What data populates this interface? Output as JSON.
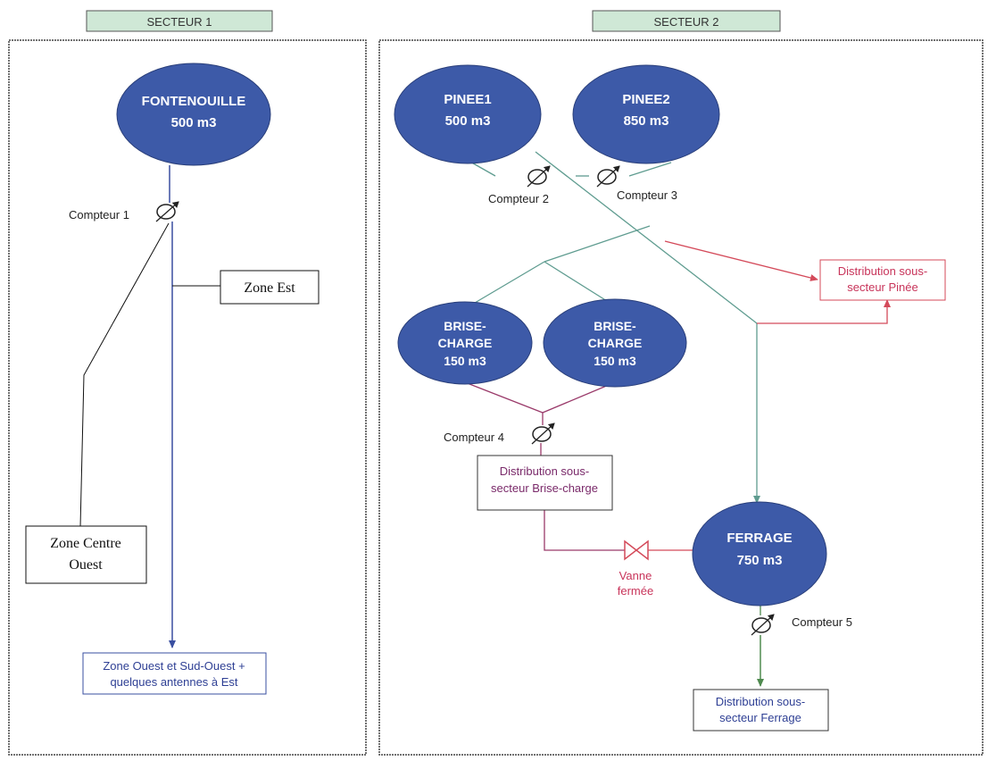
{
  "sectors": [
    {
      "label": "SECTEUR 1"
    },
    {
      "label": "SECTEUR 2"
    }
  ],
  "tanks": {
    "fontenouille": {
      "name": "FONTENOUILLE",
      "capacity": "500 m3"
    },
    "pinee1": {
      "name": "PINEE1",
      "capacity": "500 m3"
    },
    "pinee2": {
      "name": "PINEE2",
      "capacity": "850 m3"
    },
    "brise1": {
      "name1": "BRISE-",
      "name2": "CHARGE",
      "capacity": "150 m3"
    },
    "brise2": {
      "name1": "BRISE-",
      "name2": "CHARGE",
      "capacity": "150 m3"
    },
    "ferrage": {
      "name": "FERRAGE",
      "capacity": "750 m3"
    }
  },
  "meters": {
    "c1": "Compteur 1",
    "c2": "Compteur 2",
    "c3": "Compteur 3",
    "c4": "Compteur 4",
    "c5": "Compteur 5"
  },
  "zones": {
    "est": "Zone Est",
    "centre_ouest_l1": "Zone Centre",
    "centre_ouest_l2": "Ouest",
    "ouest_l1": "Zone Ouest et Sud-Ouest +",
    "ouest_l2": "quelques antennes à Est"
  },
  "distribution": {
    "pinee_l1": "Distribution sous-",
    "pinee_l2": "secteur Pinée",
    "brise_l1": "Distribution sous-",
    "brise_l2": "secteur Brise-charge",
    "ferrage_l1": "Distribution sous-",
    "ferrage_l2": "secteur Ferrage"
  },
  "valve": {
    "line1": "Vanne",
    "line2": "fermée"
  },
  "colors": {
    "tank_fill": "#3d5aa8",
    "sector_tab": "#cfe8d6",
    "teal_line": "#5f9c90",
    "red_line": "#d44a5a",
    "purple_line": "#9a3a6a",
    "blue_line": "#3a4fa0",
    "green_line": "#4f8a4f",
    "pink_text": "#c8345a",
    "purple_text": "#7a2a6a",
    "blue_text": "#2e3f94"
  }
}
